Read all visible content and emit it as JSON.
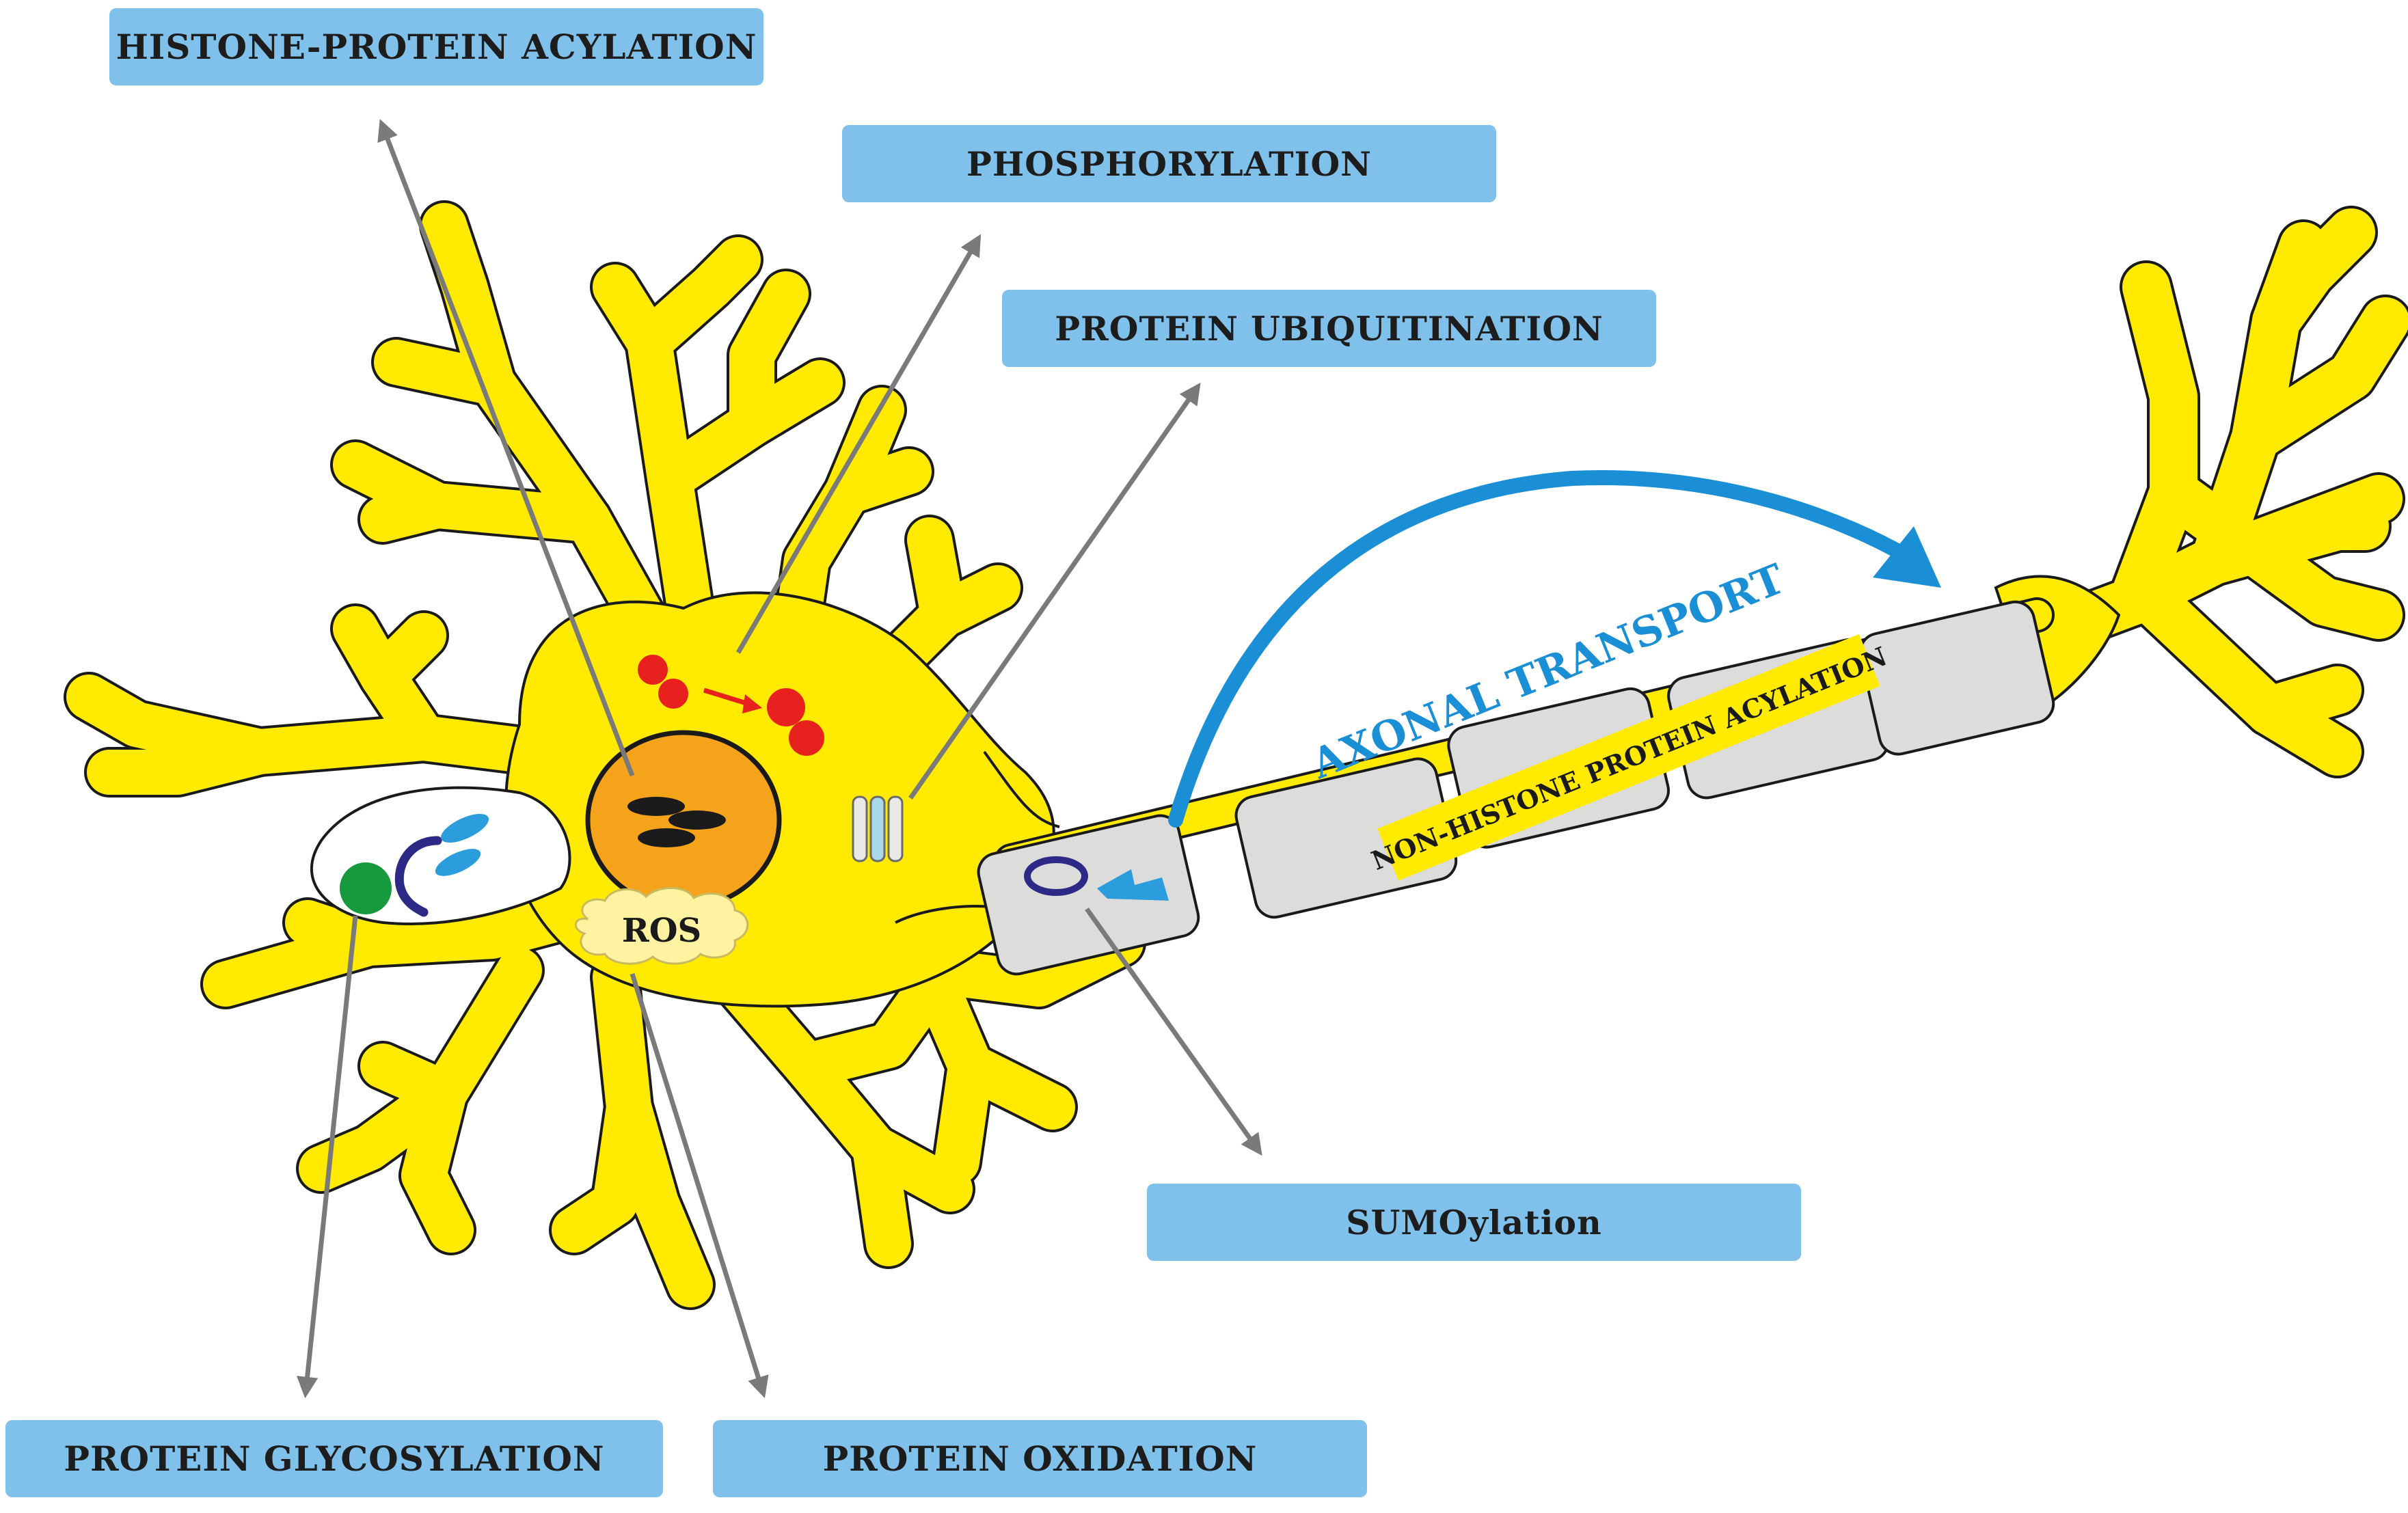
{
  "labels": {
    "histone_protein_acylation": "HISTONE-PROTEIN ACYLATION",
    "phosphorylation": "PHOSPHORYLATION",
    "protein_ubiquitination": "PROTEIN UBIQUITINATION",
    "sumoylation": "SUMOylation",
    "protein_glycosylation": "PROTEIN GLYCOSYLATION",
    "protein_oxidation": "PROTEIN OXIDATION",
    "ros": "ROS",
    "axonal_transport": "AXONAL TRANSPORT",
    "non_histone_protein_acylation": "NON-HISTONE PROTEIN ACYLATION"
  },
  "colors": {
    "label_box": "#7fc1ea",
    "neuron_body": "#ffea00",
    "outline": "#1a1a1a",
    "nucleus": "#f5a31a",
    "myelin": "#dcdcda",
    "arrow_gray": "#7a7a7a",
    "axonal_arrow": "#1b8fd6",
    "phospho_red": "#e8201e",
    "glyco_green": "#179a3e",
    "receptor_navy": "#2c2a86",
    "molecule_blue": "#2b9ddc",
    "ros_cloud": "#fff2a0"
  }
}
